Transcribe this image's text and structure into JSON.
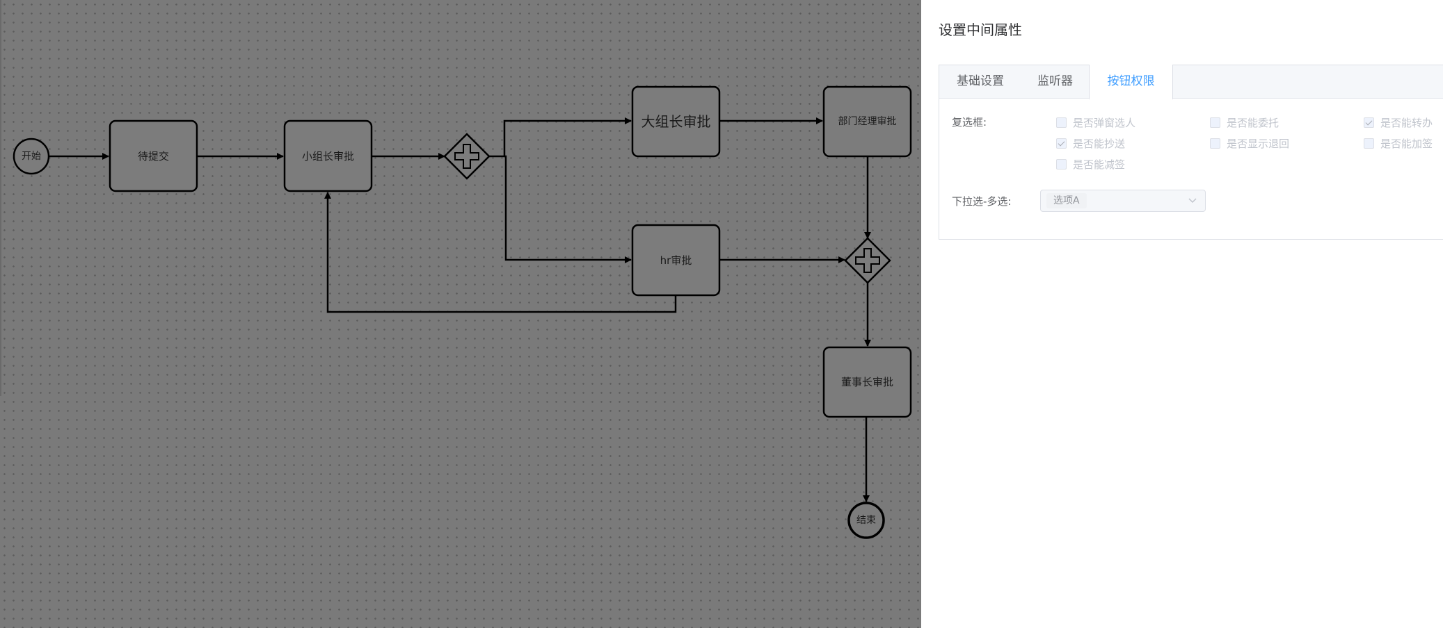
{
  "canvas": {
    "nodes": {
      "start": "开始",
      "pending_submit": "待提交",
      "team_leader_approval": "小组长审批",
      "group_leader_approval": "大组长审批",
      "dept_manager_approval": "部门经理审批",
      "hr_approval": "hr审批",
      "chairman_approval": "董事长审批",
      "end": "结束"
    },
    "colors": {
      "overlay": "#7a7a7a",
      "stroke": "#000000"
    }
  },
  "panel": {
    "title": "设置中间属性",
    "tabs": [
      {
        "label": "基础设置",
        "active": false
      },
      {
        "label": "监听器",
        "active": false
      },
      {
        "label": "按钮权限",
        "active": true
      }
    ],
    "checkbox_label": "复选框:",
    "checkboxes": [
      {
        "label": "是否弹窗选人",
        "checked": false
      },
      {
        "label": "是否能委托",
        "checked": false
      },
      {
        "label": "是否能转办",
        "checked": true
      },
      {
        "label": "是否能抄送",
        "checked": true
      },
      {
        "label": "是否显示退回",
        "checked": false
      },
      {
        "label": "是否能加签",
        "checked": false
      },
      {
        "label": "是否能减签",
        "checked": false
      }
    ],
    "select_label": "下拉选-多选:",
    "select_selected": "选项A",
    "colors": {
      "active_tab": "#409eff",
      "text": "#606266",
      "disabled_text": "#c0c4cc"
    }
  }
}
